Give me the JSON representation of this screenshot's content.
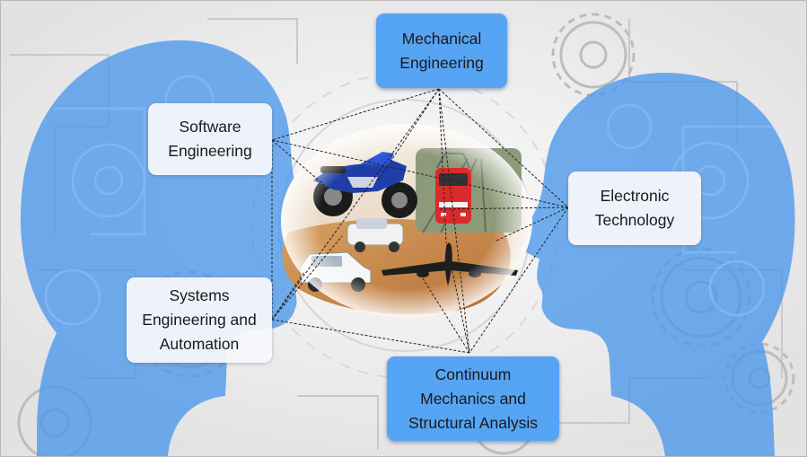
{
  "nodes": [
    {
      "id": "mech",
      "label": "Mechanical\nEngineering",
      "style": "blue"
    },
    {
      "id": "soft",
      "label": "Software\nEngineering",
      "style": "white"
    },
    {
      "id": "elec",
      "label": "Electronic\nTechnology",
      "style": "white"
    },
    {
      "id": "sys",
      "label": "Systems\nEngineering and\nAutomation",
      "style": "white"
    },
    {
      "id": "cont",
      "label": "Continuum\nMechanics and\nStructural Analysis",
      "style": "blue"
    }
  ],
  "picture_subjects": [
    "motorcycle",
    "train",
    "suv",
    "suv",
    "airplane"
  ],
  "colors": {
    "head": "#4a97ea",
    "blue_box": "#56a4f4",
    "connector": "#222222"
  }
}
